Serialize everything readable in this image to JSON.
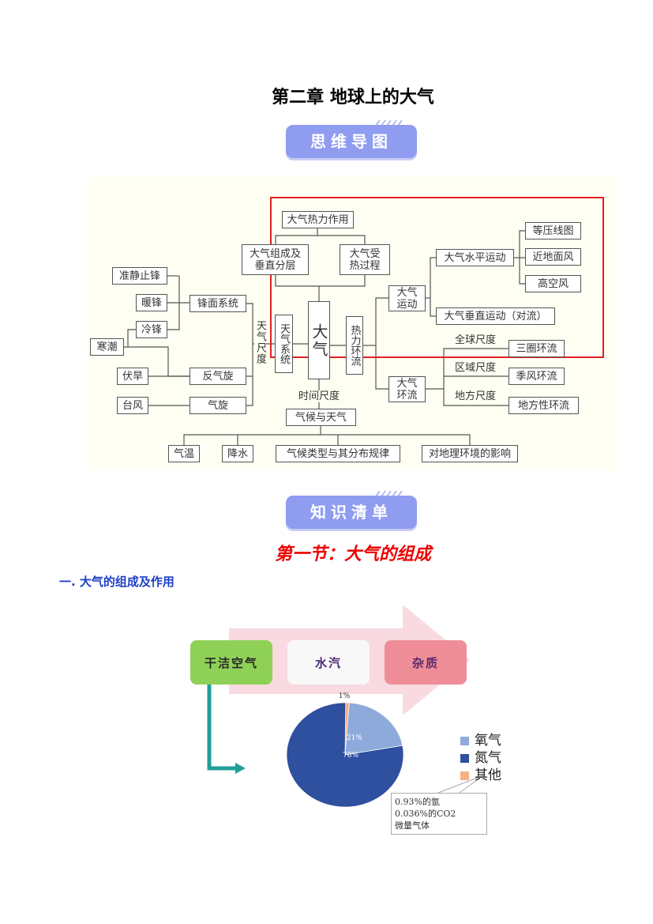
{
  "title": "第二章  地球上的大气",
  "banner_mindmap": "思维导图",
  "banner_knowledge": "知识清单",
  "mindmap": {
    "thermal_effect": "大气热力作用",
    "composition": "大气组成及垂直分层",
    "heating": "大气受热过程",
    "center": "大气",
    "weather_system": "天气系统",
    "thermal_circ": "热力环流",
    "motion": "大气运动",
    "horizontal": "大气水平运动",
    "isobar": "等压线图",
    "surface_wind": "近地面风",
    "upper_wind": "高空风",
    "vertical": "大气垂直运动（对流）",
    "circulation": "大气环流",
    "global_scale": "全球尺度",
    "three_cell": "三圈环流",
    "regional_scale": "区域尺度",
    "monsoon": "季风环流",
    "local_scale": "地方尺度",
    "local_circ": "地方性环流",
    "quasi_front": "准静止锋",
    "warm_front": "暖锋",
    "cold_front": "冷锋",
    "cold_wave": "寒潮",
    "dry_spell": "伏旱",
    "typhoon": "台风",
    "front_system": "锋面系统",
    "anticyclone": "反气旋",
    "cyclone": "气旋",
    "weather_scale": "天气尺度",
    "time_scale": "时间尺度",
    "climate_weather": "气候与天气",
    "temperature": "气温",
    "precipitation": "降水",
    "climate_types": "气候类型与其分布规律",
    "geo_impact": "对地理环境的影响"
  },
  "section_title": "第一节：大气的组成",
  "heading1": "一. 大气的组成及作用",
  "composition_flow": [
    "干洁空气",
    "水汽",
    "杂质"
  ],
  "chart_data": {
    "type": "pie",
    "slices": [
      {
        "label": "其他",
        "value": 1,
        "display": "1%",
        "color": "#f4b183"
      },
      {
        "label": "氧气",
        "value": 21,
        "display": "21%",
        "color": "#8eaadb"
      },
      {
        "label": "氮气",
        "value": 78,
        "display": "78%",
        "color": "#2f4f9f"
      }
    ],
    "legend": [
      "氧气",
      "氮气",
      "其他"
    ],
    "legend_colors": [
      "#8eaadb",
      "#2f4f9f",
      "#f4b183"
    ],
    "legend_placement": "right",
    "callout": [
      "0.93%的氩",
      "0.036%的CO2",
      "微量气体"
    ]
  }
}
